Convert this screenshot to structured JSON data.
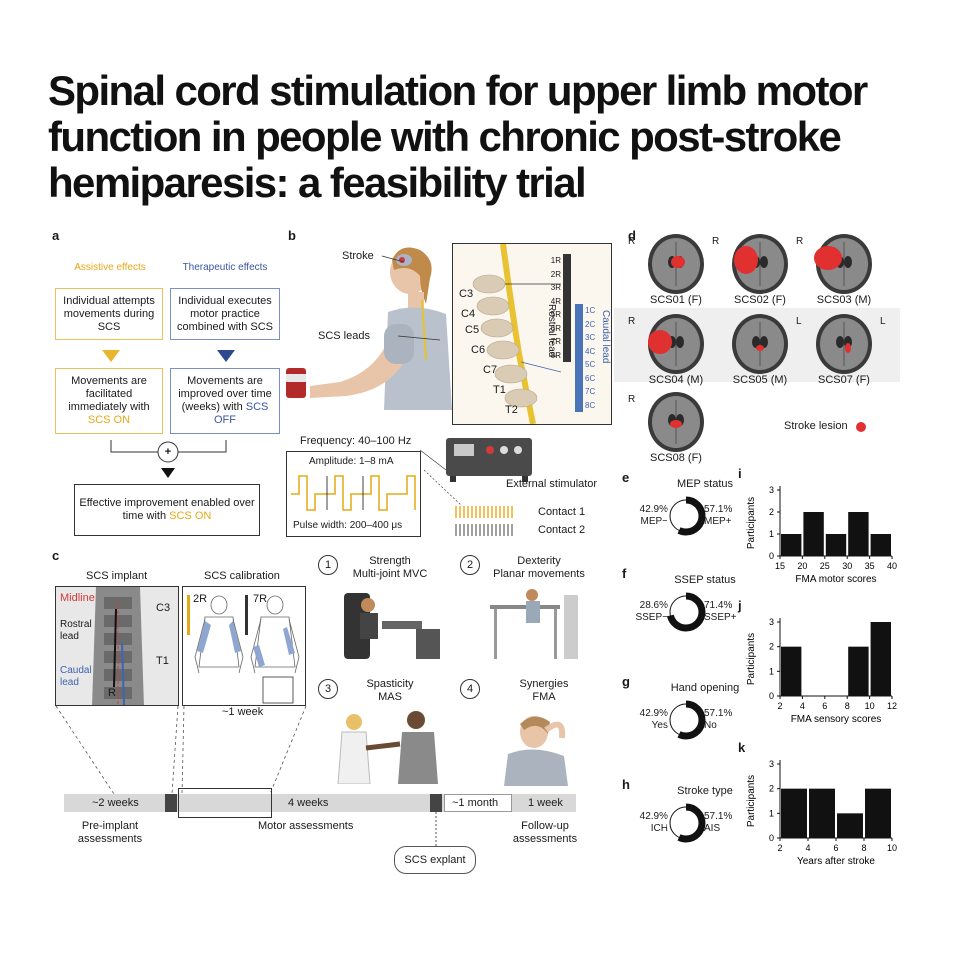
{
  "title": "Spinal cord stimulation for upper limb motor function in people with chronic post-stroke hemiparesis: a feasibility trial",
  "panel_a": {
    "label": "a",
    "assistive_heading": "Assistive effects",
    "therapeutic_heading": "Therapeutic effects",
    "assistive_box1": "Individual attempts movements during SCS",
    "therapeutic_box1": "Individual executes motor practice combined with SCS",
    "assistive_box2_prefix": "Movements are facilitated immediately with ",
    "assistive_box2_hl": "SCS ON",
    "therapeutic_box2_prefix": "Movements are improved over time (weeks) with ",
    "therapeutic_box2_hl": "SCS OFF",
    "plus": "+",
    "result_prefix": "Effective improvement enabled over time with ",
    "result_hl": "SCS ON"
  },
  "panel_b": {
    "label": "b",
    "stroke": "Stroke",
    "scs_leads": "SCS leads",
    "vertebrae": [
      "C3",
      "C4",
      "C5",
      "C6",
      "C7",
      "T1",
      "T2"
    ],
    "rostral_contacts": [
      "1R",
      "2R",
      "3R",
      "4R",
      "5R",
      "6R",
      "7R",
      "8R"
    ],
    "caudal_contacts": [
      "1C",
      "2C",
      "3C",
      "4C",
      "5C",
      "6C",
      "7C",
      "8C"
    ],
    "rostral_lead": "Rostral lead",
    "caudal_lead": "Caudal lead",
    "frequency": "Frequency: 40–100 Hz",
    "amplitude": "Amplitude: 1–8 mA",
    "pulse_width": "Pulse width: 200–400 μs",
    "external_stimulator": "External stimulator",
    "contact1": "Contact 1",
    "contact2": "Contact 2"
  },
  "panel_c": {
    "label": "c",
    "scs_implant": "SCS implant",
    "scs_calibration": "SCS calibration",
    "midline": "Midline",
    "c3": "C3",
    "rostral": "Rostral lead",
    "caudal": "Caudal lead",
    "t1": "T1",
    "r": "R",
    "cal_2r": "2R",
    "cal_7r": "7R",
    "minus_1_week": "~1 week",
    "assessments": [
      {
        "num": "1",
        "title": "Strength",
        "sub": "Multi-joint MVC"
      },
      {
        "num": "2",
        "title": "Dexterity",
        "sub": "Planar movements"
      },
      {
        "num": "3",
        "title": "Spasticity",
        "sub": "MAS"
      },
      {
        "num": "4",
        "title": "Synergies",
        "sub": "FMA"
      }
    ],
    "timeline": {
      "pre": "~2 weeks",
      "main": "4 weeks",
      "month": "~1 month",
      "week": "1 week",
      "pre_label": "Pre-implant assessments",
      "motor_label": "Motor assessments",
      "followup_label": "Follow-up assessments",
      "explant": "SCS explant"
    }
  },
  "panel_d": {
    "label": "d",
    "scans": [
      {
        "id": "SCS01 (F)",
        "side": "R"
      },
      {
        "id": "SCS02 (F)",
        "side": "R"
      },
      {
        "id": "SCS03 (M)",
        "side": "R"
      },
      {
        "id": "SCS04 (M)",
        "side": "R"
      },
      {
        "id": "SCS05 (M)",
        "side": "L"
      },
      {
        "id": "SCS07 (F)",
        "side": "L"
      },
      {
        "id": "SCS08 (F)",
        "side": "R"
      }
    ],
    "legend": "Stroke lesion",
    "lesion_color": "#e03030"
  },
  "donuts": [
    {
      "label": "e",
      "title": "MEP status",
      "left_pct": "42.9%",
      "left_name": "MEP−",
      "right_pct": "57.1%",
      "right_name": "MEP+",
      "fraction": 0.571
    },
    {
      "label": "f",
      "title": "SSEP status",
      "left_pct": "28.6%",
      "left_name": "SSEP−",
      "right_pct": "71.4%",
      "right_name": "SSEP+",
      "fraction": 0.714
    },
    {
      "label": "g",
      "title": "Hand opening",
      "left_pct": "42.9%",
      "left_name": "Yes",
      "right_pct": "57.1%",
      "right_name": "No",
      "fraction": 0.571
    },
    {
      "label": "h",
      "title": "Stroke type",
      "left_pct": "42.9%",
      "left_name": "ICH",
      "right_pct": "57.1%",
      "right_name": "AIS",
      "fraction": 0.571
    }
  ],
  "chart_data": [
    {
      "panel": "i",
      "type": "bar",
      "xlabel": "FMA motor scores",
      "ylabel": "Participants",
      "xlim": [
        15,
        40
      ],
      "ylim": [
        0,
        3
      ],
      "xticks": [
        15,
        20,
        25,
        30,
        35,
        40
      ],
      "yticks": [
        0,
        1,
        2,
        3
      ],
      "bins": [
        [
          15,
          20
        ],
        [
          20,
          25
        ],
        [
          25,
          30
        ],
        [
          30,
          35
        ],
        [
          35,
          40
        ]
      ],
      "values": [
        1,
        2,
        1,
        2,
        1
      ]
    },
    {
      "panel": "j",
      "type": "bar",
      "xlabel": "FMA sensory scores",
      "ylabel": "Participants",
      "xlim": [
        2,
        12
      ],
      "ylim": [
        0,
        3
      ],
      "xticks": [
        2,
        4,
        6,
        8,
        10,
        12
      ],
      "yticks": [
        0,
        1,
        2,
        3
      ],
      "bins": [
        [
          2,
          4
        ],
        [
          4,
          6
        ],
        [
          6,
          8
        ],
        [
          8,
          10
        ],
        [
          10,
          12
        ]
      ],
      "values": [
        2,
        0,
        0,
        2,
        3
      ]
    },
    {
      "panel": "k",
      "type": "bar",
      "xlabel": "Years after stroke",
      "ylabel": "Participants",
      "xlim": [
        2,
        10
      ],
      "ylim": [
        0,
        3
      ],
      "xticks": [
        2,
        4,
        6,
        8,
        10
      ],
      "yticks": [
        0,
        1,
        2,
        3
      ],
      "bins": [
        [
          2,
          4
        ],
        [
          4,
          6
        ],
        [
          6,
          8
        ],
        [
          8,
          10
        ]
      ],
      "values": [
        2,
        2,
        1,
        2
      ]
    }
  ]
}
